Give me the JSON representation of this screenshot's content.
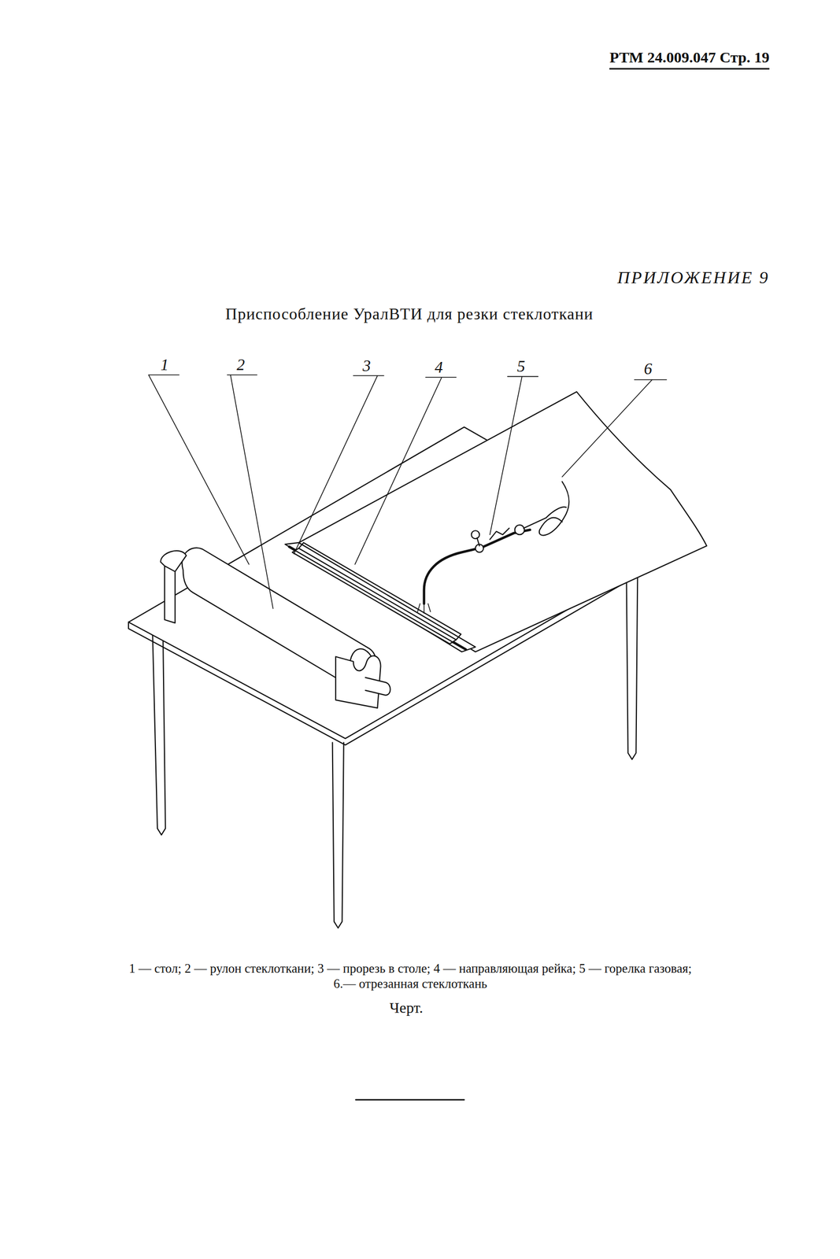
{
  "diagram": {
    "title": "Приспособление УралВТИ для резки стеклоткани",
    "caption": "1 — стол; 2 — рулон стеклоткани; 3 — прорезь в столе; 4 — направляющая рейка; 5 — горелка газовая; 6.— отрезанная стеклоткань",
    "labels": [
      "РТМ 24.009.047 Стр. 19",
      "ПРИЛОЖЕНИЕ 9",
      "1",
      "2",
      "3",
      "4",
      "5",
      "6",
      "Черт."
    ]
  }
}
